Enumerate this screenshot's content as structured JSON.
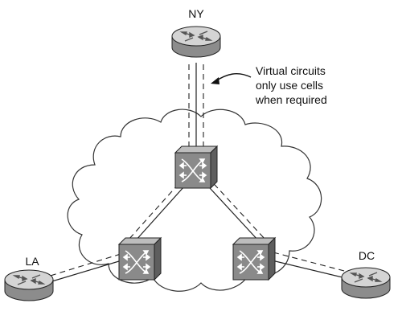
{
  "nodes": {
    "ny": {
      "label": "NY"
    },
    "la": {
      "label": "LA"
    },
    "dc": {
      "label": "DC"
    }
  },
  "annotation": {
    "lines": [
      "Virtual circuits",
      "only use cells",
      "when required"
    ]
  },
  "colors": {
    "line": "#222222",
    "cloud_stroke": "#333333",
    "switch_face": "#8a8a8a",
    "switch_top": "#bdbdbd",
    "switch_side": "#5e5e5e",
    "router_top": "#d4d4d4",
    "router_side": "#8c8c8c"
  },
  "icons": {
    "router": "router-icon",
    "switch": "atm-switch-icon",
    "cloud": "network-cloud",
    "arrow": "callout-arrow"
  }
}
